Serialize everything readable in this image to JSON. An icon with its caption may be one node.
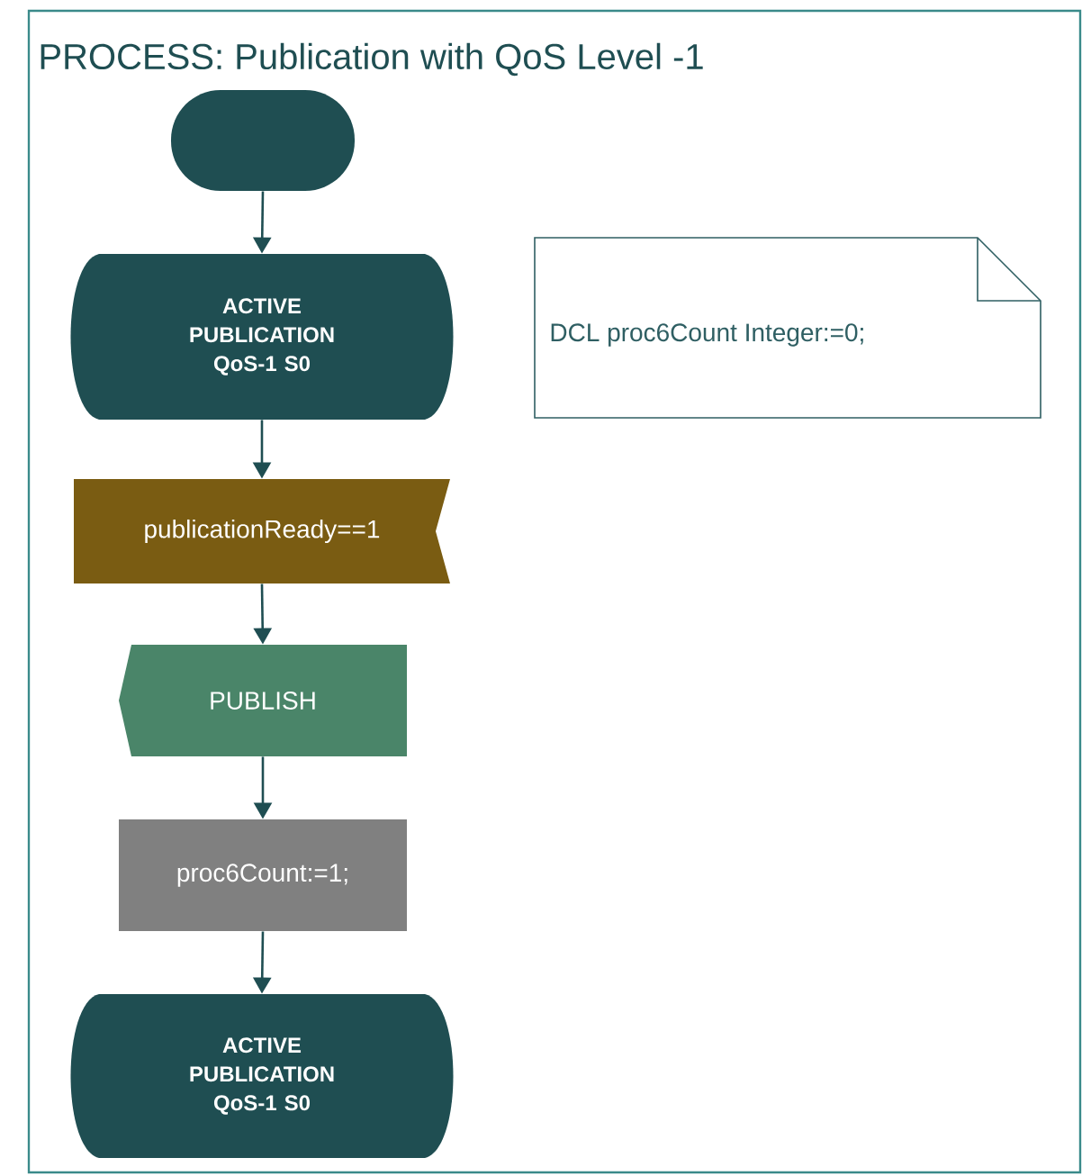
{
  "diagram": {
    "title": "PROCESS: Publication with QoS Level -1",
    "nodes": [
      {
        "text": [],
        "shape": "oval"
      },
      {
        "text": [
          "ACTIVE PUBLICATION QoS-1 S0"
        ]
      },
      {
        "text": [
          "publicationReady==1"
        ]
      },
      {
        "text": [
          "PUBLISH"
        ]
      },
      {
        "text": [
          "proc6Count:=1;"
        ]
      },
      {
        "text": [
          "ACTIVE PUBLICATION QoS-1 S0"
        ]
      },
      {
        "text": [
          "DCL proc6Count Integer:=0;"
        ]
      }
    ],
    "edges": [
      {
        "from": 0,
        "to": 1,
        "arrow": "to"
      },
      {
        "from": 1,
        "to": 2,
        "arrow": "to"
      },
      {
        "from": 2,
        "to": 3,
        "arrow": "to"
      },
      {
        "from": 3,
        "to": 4,
        "arrow": "to"
      },
      {
        "from": 4,
        "to": 5,
        "arrow": "to"
      }
    ]
  }
}
